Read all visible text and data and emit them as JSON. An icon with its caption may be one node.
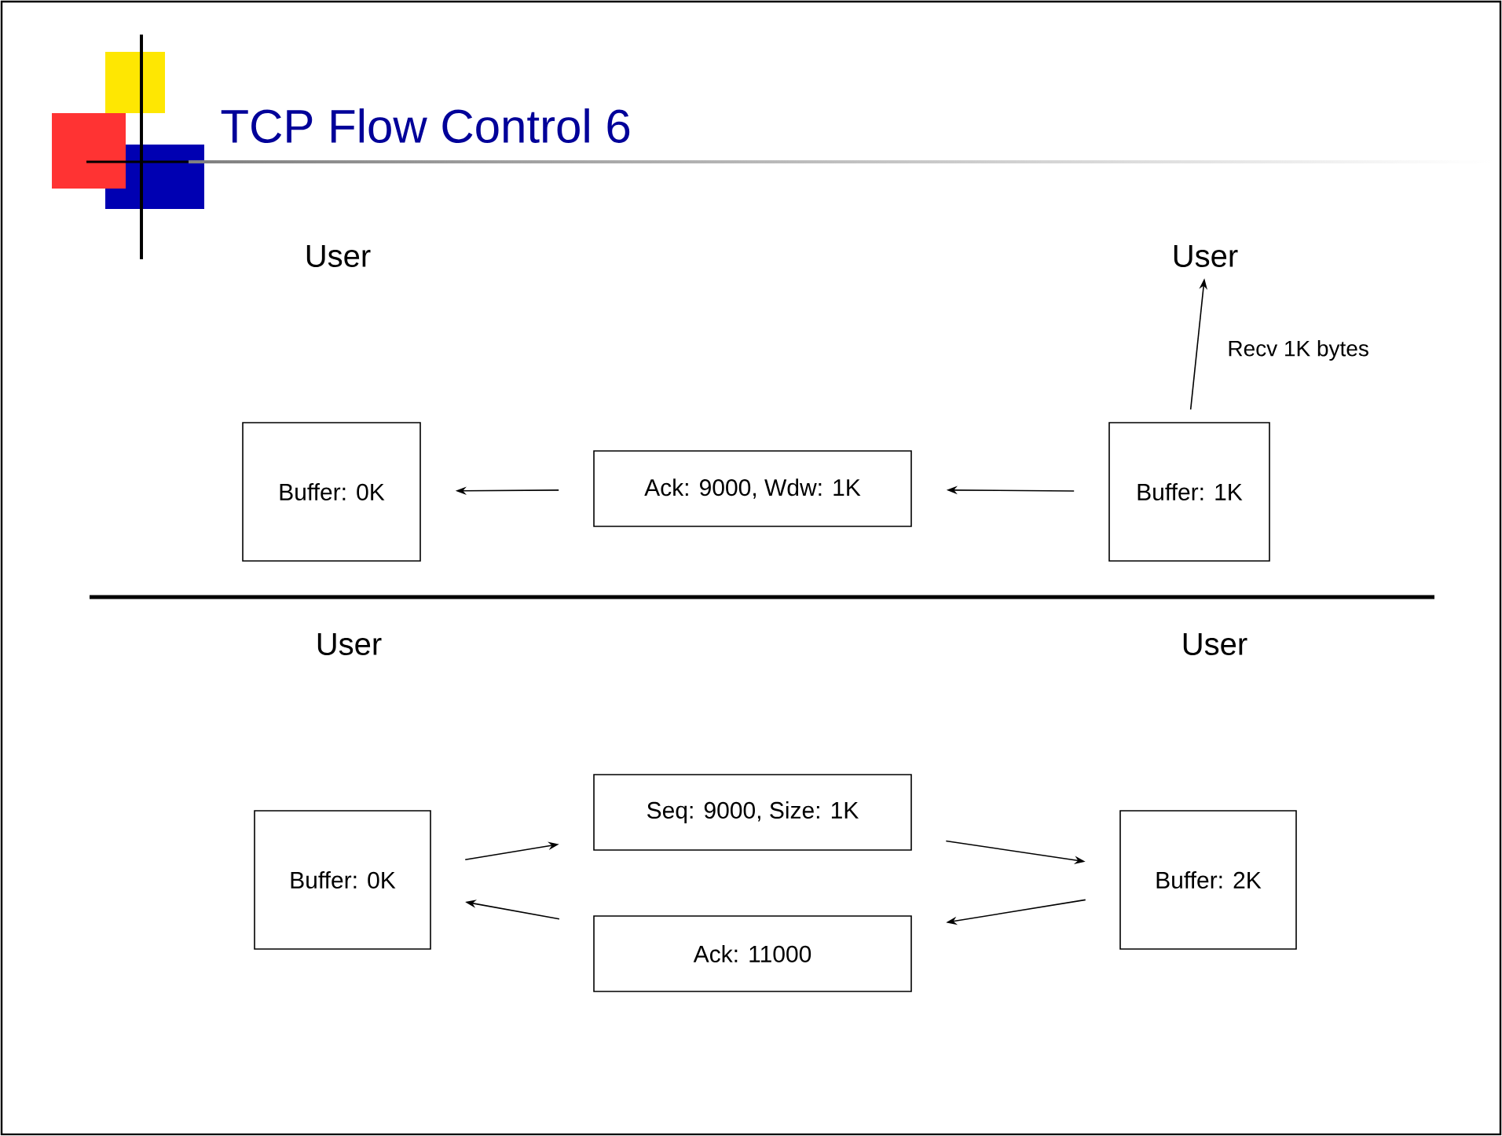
{
  "diagram": {
    "title": "TCP Flow Control 6",
    "nodes": [
      {
        "text": [
          "Buffer: 0K"
        ]
      },
      {
        "text": [
          "Ack: 9000, Wdw: 1K"
        ]
      },
      {
        "text": [
          "Buffer: 1K"
        ]
      },
      {
        "text": [
          "User"
        ]
      },
      {
        "text": [
          "Buffer: 0K"
        ]
      },
      {
        "text": [
          "Seq: 9000, Size: 1K"
        ]
      },
      {
        "text": [
          "Ack: 11000"
        ]
      },
      {
        "text": [
          "Buffer: 2K"
        ]
      }
    ],
    "edges": [
      {
        "from": 2,
        "to": 1,
        "arrow": "to"
      },
      {
        "from": 1,
        "to": 0,
        "arrow": "to"
      },
      {
        "from": 2,
        "to": 3,
        "arrow": "to",
        "label": "Recv 1K bytes"
      },
      {
        "from": 4,
        "to": 5,
        "arrow": "to"
      },
      {
        "from": 5,
        "to": 7,
        "arrow": "to"
      },
      {
        "from": 7,
        "to": 6,
        "arrow": "to"
      },
      {
        "from": 6,
        "to": 4,
        "arrow": "to"
      }
    ],
    "labels": [
      "User",
      "User",
      "User"
    ]
  }
}
